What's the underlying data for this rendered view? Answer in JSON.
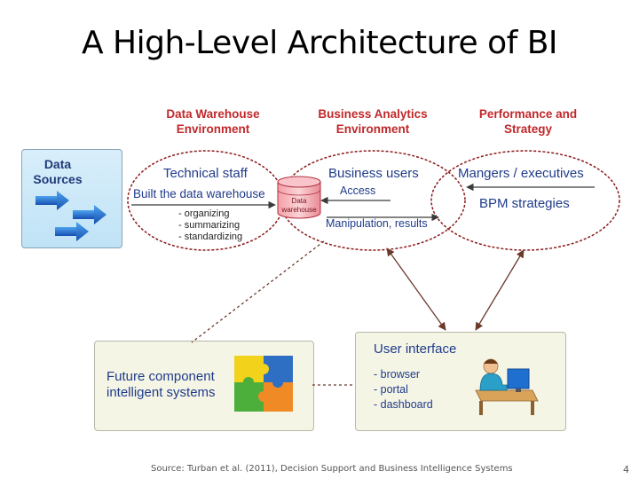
{
  "title": "A High-Level Architecture of BI",
  "headers": {
    "data_warehouse": [
      "Data Warehouse",
      "Environment"
    ],
    "business_analytics": [
      "Business Analytics",
      "Environment"
    ],
    "performance": [
      "Performance and",
      "Strategy"
    ]
  },
  "data_sources": {
    "title_lines": [
      "Data",
      "Sources"
    ]
  },
  "technical": {
    "title": "Technical staff",
    "built": "Built the data warehouse",
    "steps": [
      "- organizing",
      "- summarizing",
      "- standardizing"
    ]
  },
  "cylinder": {
    "lines": [
      "Data",
      "warehouse"
    ]
  },
  "business": {
    "title": "Business users",
    "access": "Access",
    "manipulation": "Manipulation, results"
  },
  "managers": {
    "title": "Mangers / executives",
    "bpm": "BPM strategies"
  },
  "future": {
    "lines": [
      "Future component",
      "intelligent systems"
    ]
  },
  "user_interface": {
    "title": "User interface",
    "items": [
      "- browser",
      "- portal",
      "- dashboard"
    ]
  },
  "footer": {
    "source": "Source:  Turban et al. (2011), Decision Support and Business Intelligence Systems",
    "page": "4"
  },
  "colors": {
    "header_red": "#c0282a",
    "text_blue": "#1f3b8a",
    "ellipse_red": "#8b1a1a",
    "arrow_blue": "#1f6fd0",
    "puzzle_yellow": "#f2d21b",
    "puzzle_blue": "#2e6fc4",
    "puzzle_green": "#4caf3c",
    "puzzle_orange": "#f08a24"
  }
}
